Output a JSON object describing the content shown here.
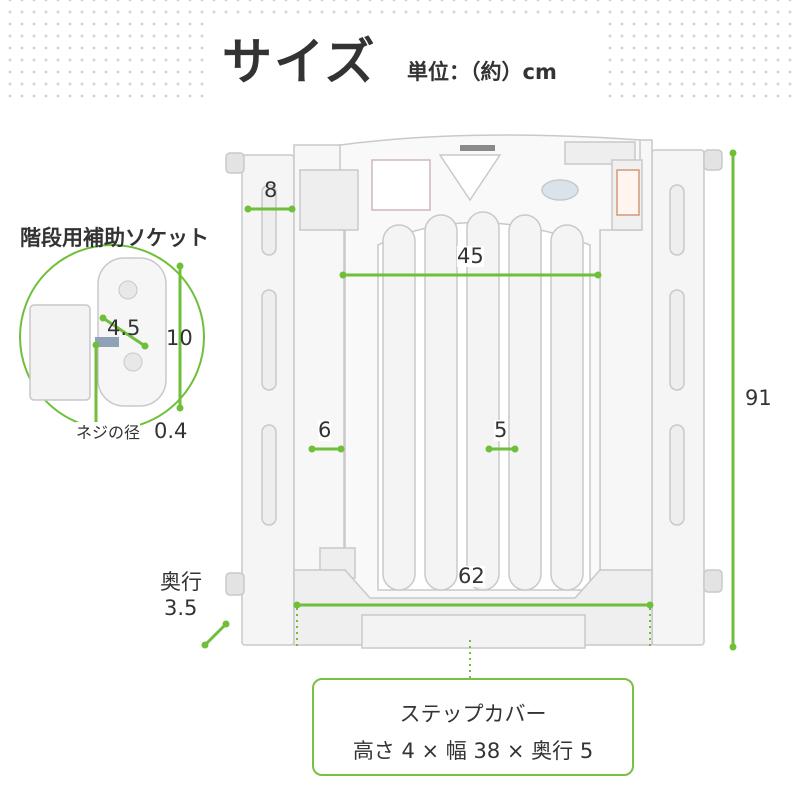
{
  "title": "サイズ",
  "unit": "単位：（約）cm",
  "colors": {
    "accent_green": "#6fbf3a",
    "gate_white": "#f4f4f4",
    "outline": "#cfcfcf"
  },
  "dimensions": {
    "frame_width": "8",
    "door_width": "45",
    "height": "91",
    "side_gap": "6",
    "bar_gap": "5",
    "bottom_width": "62",
    "depth_label": "奥行",
    "depth_value": "3.5"
  },
  "socket": {
    "title": "階段用補助ソケット",
    "diameter": "4.5",
    "height": "10",
    "screw_label": "ネジの径",
    "screw_value": "0.4"
  },
  "step_cover": {
    "name": "ステップカバー",
    "spec": "高さ 4 × 幅 38 × 奥行 5"
  }
}
